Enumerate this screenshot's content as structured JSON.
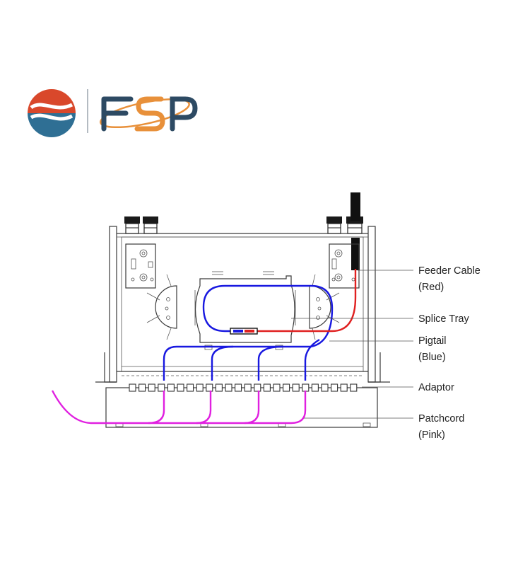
{
  "logo": {
    "wordmark": "FSP",
    "colors": {
      "red": "#d9482b",
      "blue": "#2f6f94",
      "navy": "#2d4a63",
      "orange": "#e8903a"
    }
  },
  "colors": {
    "feeder": "#e02020",
    "pigtail": "#1818e0",
    "patchcord": "#e020e0",
    "outline": "#3a3a3a"
  },
  "callouts": {
    "feeder": {
      "line1": "Feeder Cable",
      "line2": "(Red)"
    },
    "splice": {
      "line1": "Splice Tray"
    },
    "pigtail": {
      "line1": "Pigtail",
      "line2": "(Blue)"
    },
    "adaptor": {
      "line1": "Adaptor"
    },
    "patchcord": {
      "line1": "Patchcord",
      "line2": "(Pink)"
    }
  }
}
